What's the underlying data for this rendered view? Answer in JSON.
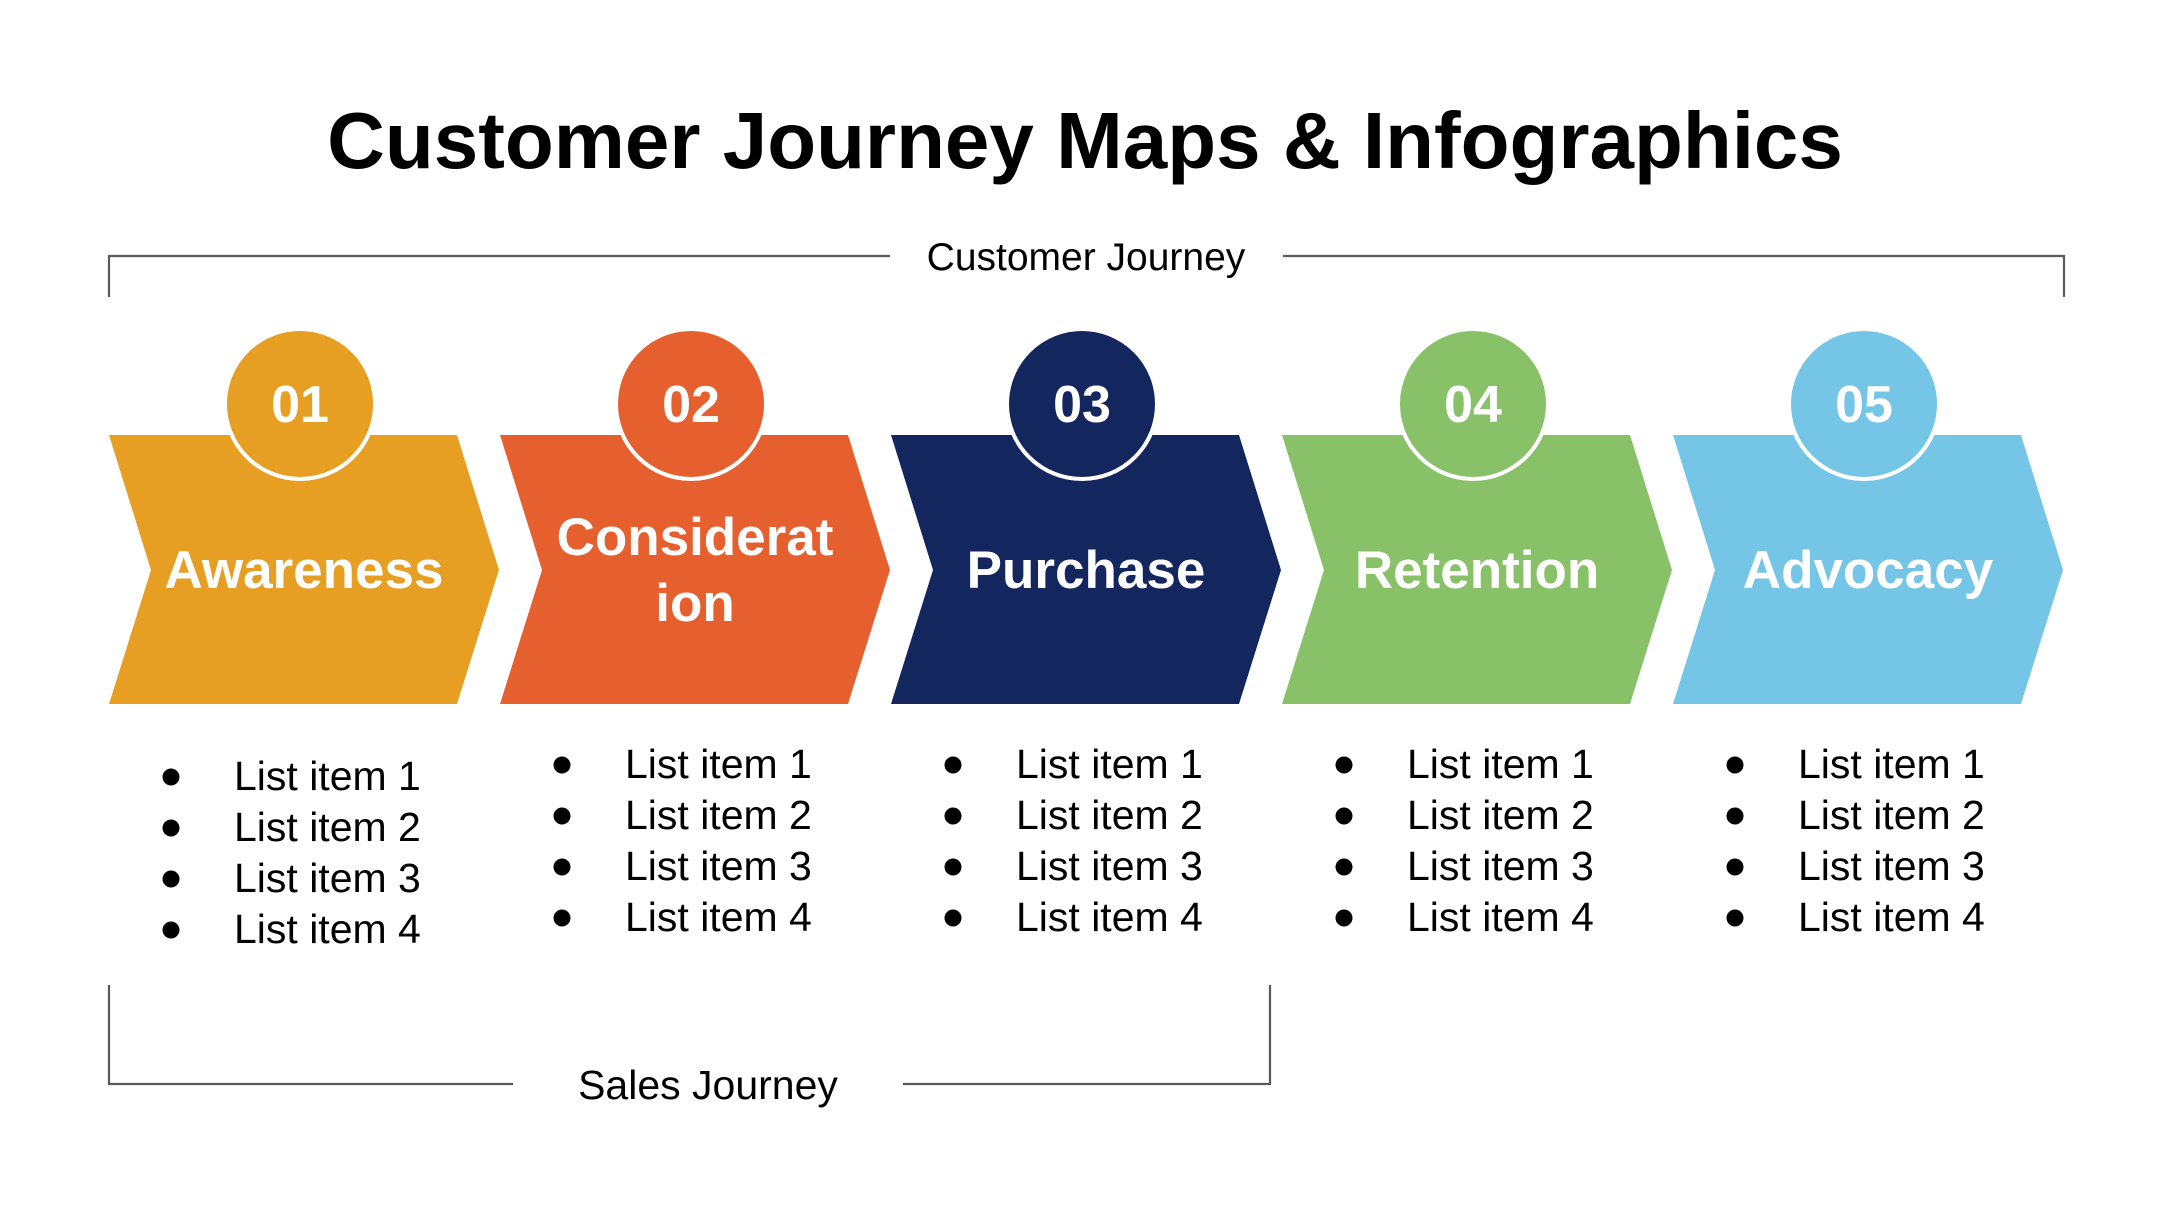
{
  "title": "Customer Journey Maps & Infographics",
  "top_bracket_label": "Customer Journey",
  "bottom_bracket_label": "Sales Journey",
  "colors": {
    "text": "#000000",
    "line": "#595959",
    "number_text": "#ffffff",
    "label_text": "#ffffff"
  },
  "stages": [
    {
      "number": "01",
      "label_lines": [
        "Awareness"
      ],
      "color": "#E69F22",
      "items": [
        "List item 1",
        "List item 2",
        "List item 3",
        "List item 4"
      ]
    },
    {
      "number": "02",
      "label_lines": [
        "Considerat",
        "ion"
      ],
      "color": "#E65F2E",
      "items": [
        "List item 1",
        "List item 2",
        "List item 3",
        "List item 4"
      ]
    },
    {
      "number": "03",
      "label_lines": [
        "Purchase"
      ],
      "color": "#13265E",
      "items": [
        "List item 1",
        "List item 2",
        "List item 3",
        "List item 4"
      ]
    },
    {
      "number": "04",
      "label_lines": [
        "Retention"
      ],
      "color": "#88C167",
      "items": [
        "List item 1",
        "List item 2",
        "List item 3",
        "List item 4"
      ]
    },
    {
      "number": "05",
      "label_lines": [
        "Advocacy"
      ],
      "color": "#75C6E6",
      "items": [
        "List item 1",
        "List item 2",
        "List item 3",
        "List item 4"
      ]
    }
  ]
}
